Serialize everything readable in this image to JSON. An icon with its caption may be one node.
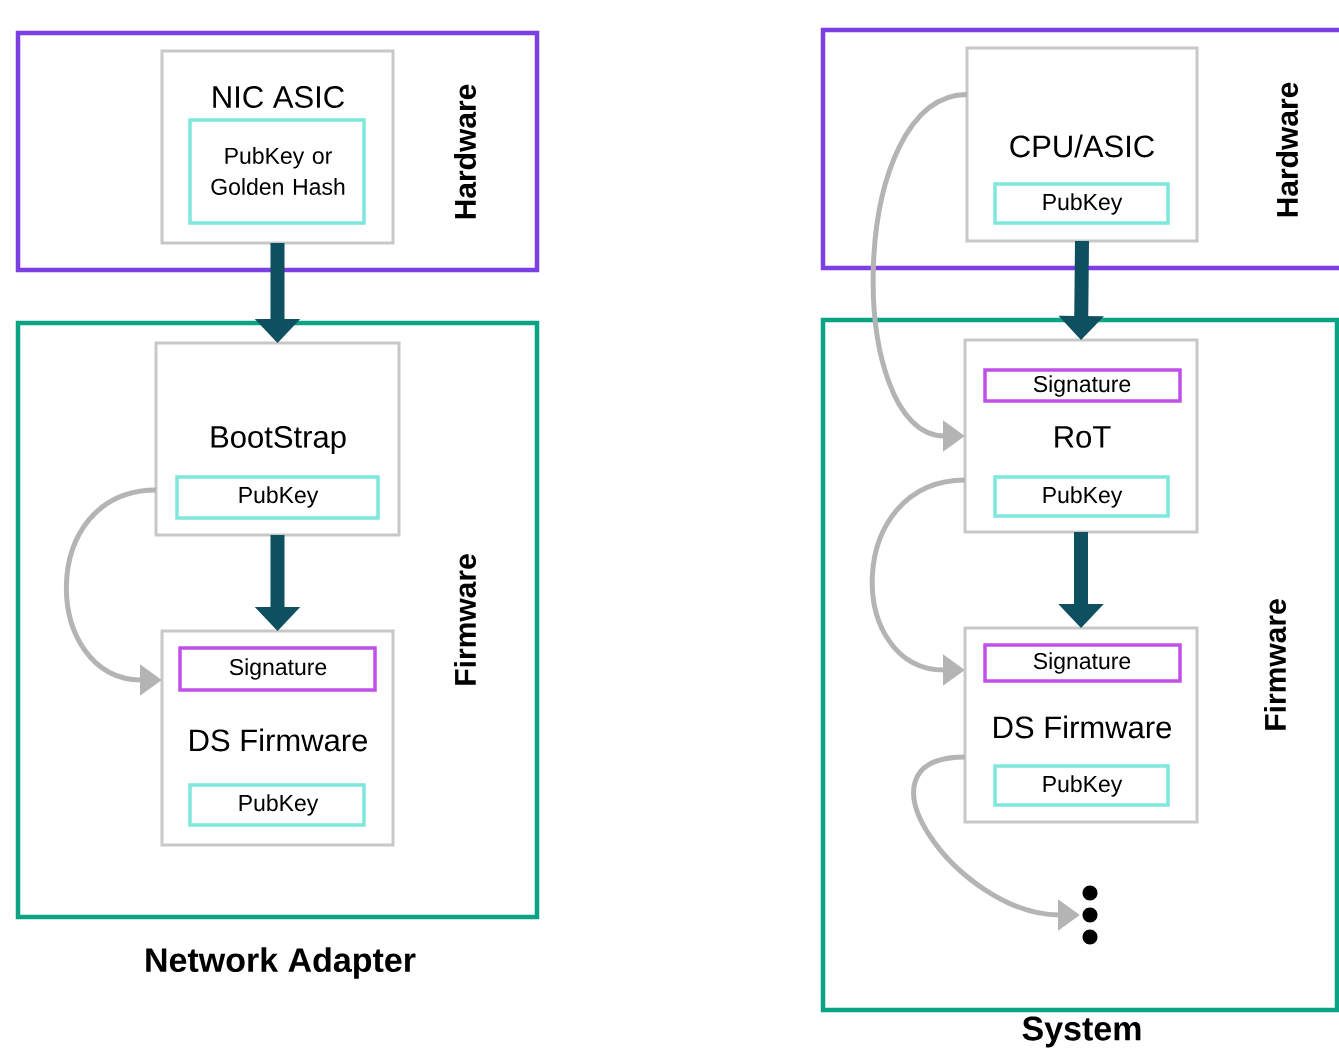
{
  "diagram": {
    "nodes": [
      {
        "text": [
          "Hardware"
        ]
      },
      {
        "text": [
          "NIC ASIC"
        ],
        "in": 0
      },
      {
        "text": [
          "PubKey or Golden Hash"
        ],
        "in": 1
      },
      {
        "text": [
          "Firmware"
        ]
      },
      {
        "text": [
          "BootStrap"
        ],
        "in": 3
      },
      {
        "text": [
          "PubKey"
        ],
        "in": 4
      },
      {
        "text": [
          "DS Firmware"
        ],
        "in": 3
      },
      {
        "text": [
          "Signature"
        ],
        "in": 6
      },
      {
        "text": [
          "PubKey"
        ],
        "in": 6
      },
      {
        "text": [
          "Hardware"
        ]
      },
      {
        "text": [
          "CPU/ASIC"
        ],
        "in": 9
      },
      {
        "text": [
          "PubKey"
        ],
        "in": 10
      },
      {
        "text": [
          "Firmware"
        ]
      },
      {
        "text": [
          "RoT"
        ],
        "in": 12
      },
      {
        "text": [
          "Signature"
        ],
        "in": 13
      },
      {
        "text": [
          "PubKey"
        ],
        "in": 13
      },
      {
        "text": [
          "DS Firmware"
        ],
        "in": 12
      },
      {
        "text": [
          "Signature"
        ],
        "in": 16
      },
      {
        "text": [
          "PubKey"
        ],
        "in": 16
      },
      {
        "text": [],
        "shape": "ellipsis",
        "in": 12
      }
    ],
    "edges": [
      {
        "from": 1,
        "to": 4,
        "arrow": "to",
        "style": "thick"
      },
      {
        "from": 4,
        "to": 6,
        "arrow": "to",
        "style": "thick"
      },
      {
        "from": 4,
        "to": 6,
        "arrow": "to",
        "color": "#b4b4b4"
      },
      {
        "from": 10,
        "to": 13,
        "arrow": "to",
        "style": "thick"
      },
      {
        "from": 13,
        "to": 16,
        "arrow": "to",
        "style": "thick"
      },
      {
        "from": 10,
        "to": 13,
        "arrow": "to",
        "color": "#b4b4b4"
      },
      {
        "from": 13,
        "to": 16,
        "arrow": "to",
        "color": "#b4b4b4"
      },
      {
        "from": 16,
        "to": 19,
        "arrow": "to",
        "color": "#b4b4b4"
      }
    ],
    "labels": [
      "Network Adapter",
      "System"
    ]
  }
}
